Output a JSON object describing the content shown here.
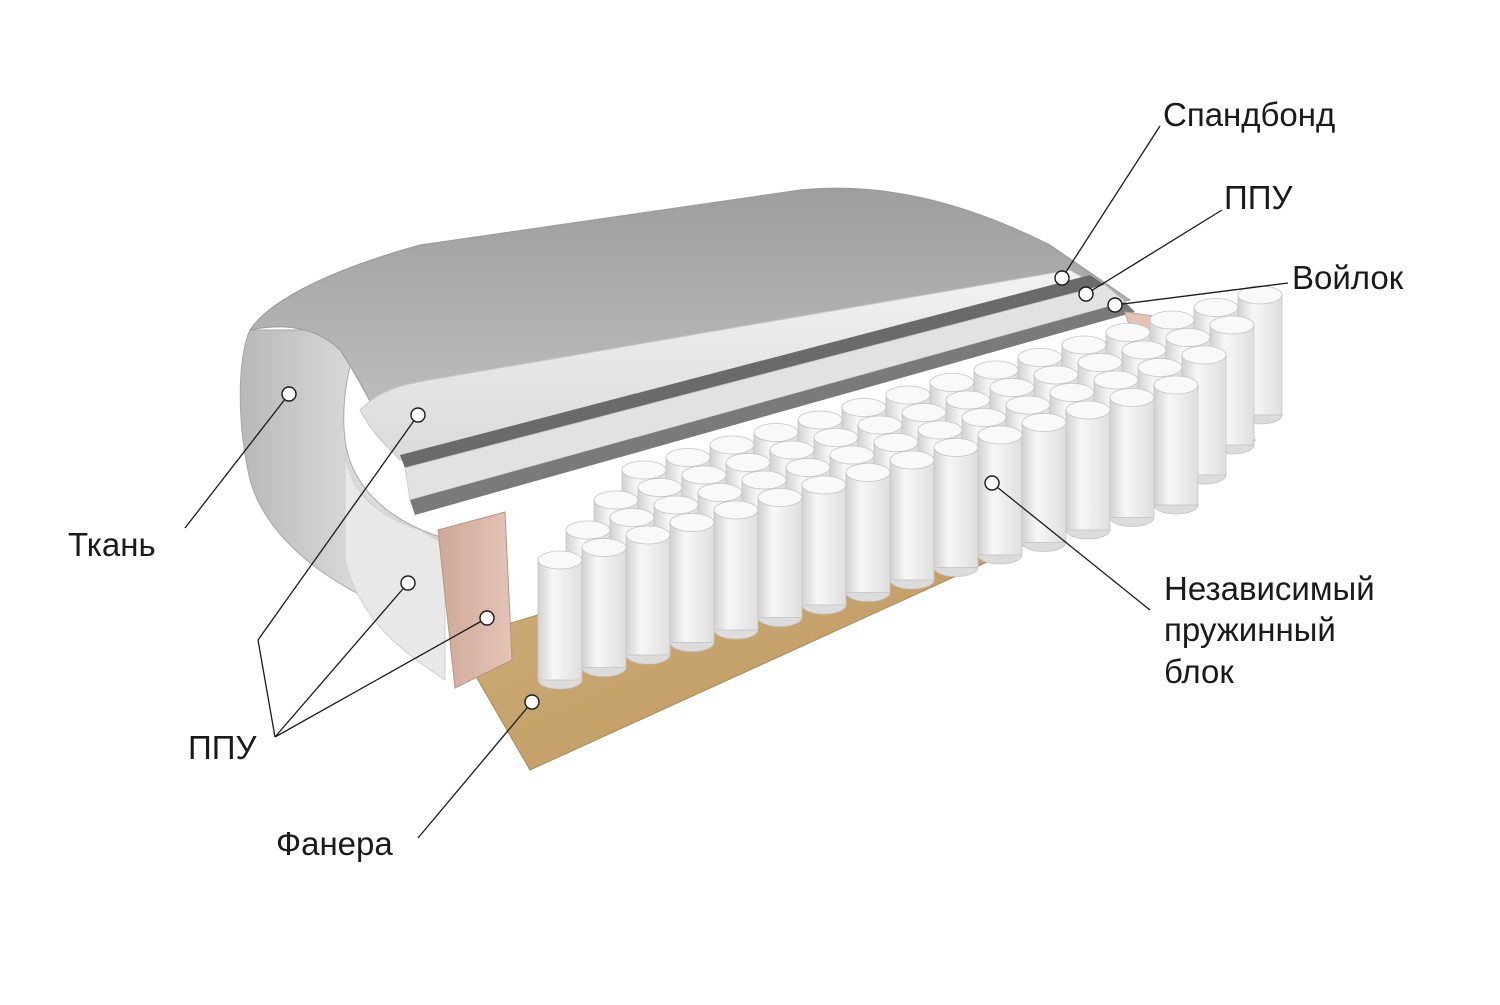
{
  "labels": {
    "spunbond": "Спандбонд",
    "ppu_top": "ППУ",
    "felt": "Войлок",
    "fabric": "Ткань",
    "ppu_left": "ППУ",
    "plywood": "Фанера",
    "springs": [
      "Независимый",
      "пружинный",
      "блок"
    ]
  },
  "colors": {
    "fabric": "#c9c9c9",
    "foam": "#e6e6e6",
    "felt": "#6f6f6f",
    "spring": "#eeeeee",
    "side_foam": "#d8b7a8",
    "plywood": "#c7a46e",
    "line": "#1a1a1a"
  }
}
